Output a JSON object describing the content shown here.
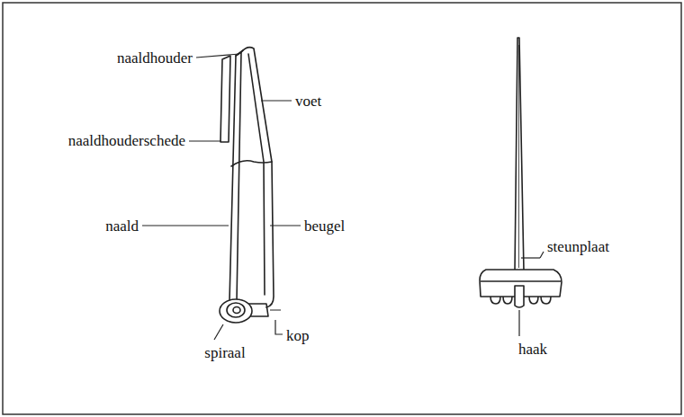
{
  "diagram": {
    "labels": [
      "naaldhouder",
      "naaldhouderschede",
      "voet",
      "naald",
      "beugel",
      "spiraal",
      "kop",
      "steunplaat",
      "haak"
    ]
  }
}
